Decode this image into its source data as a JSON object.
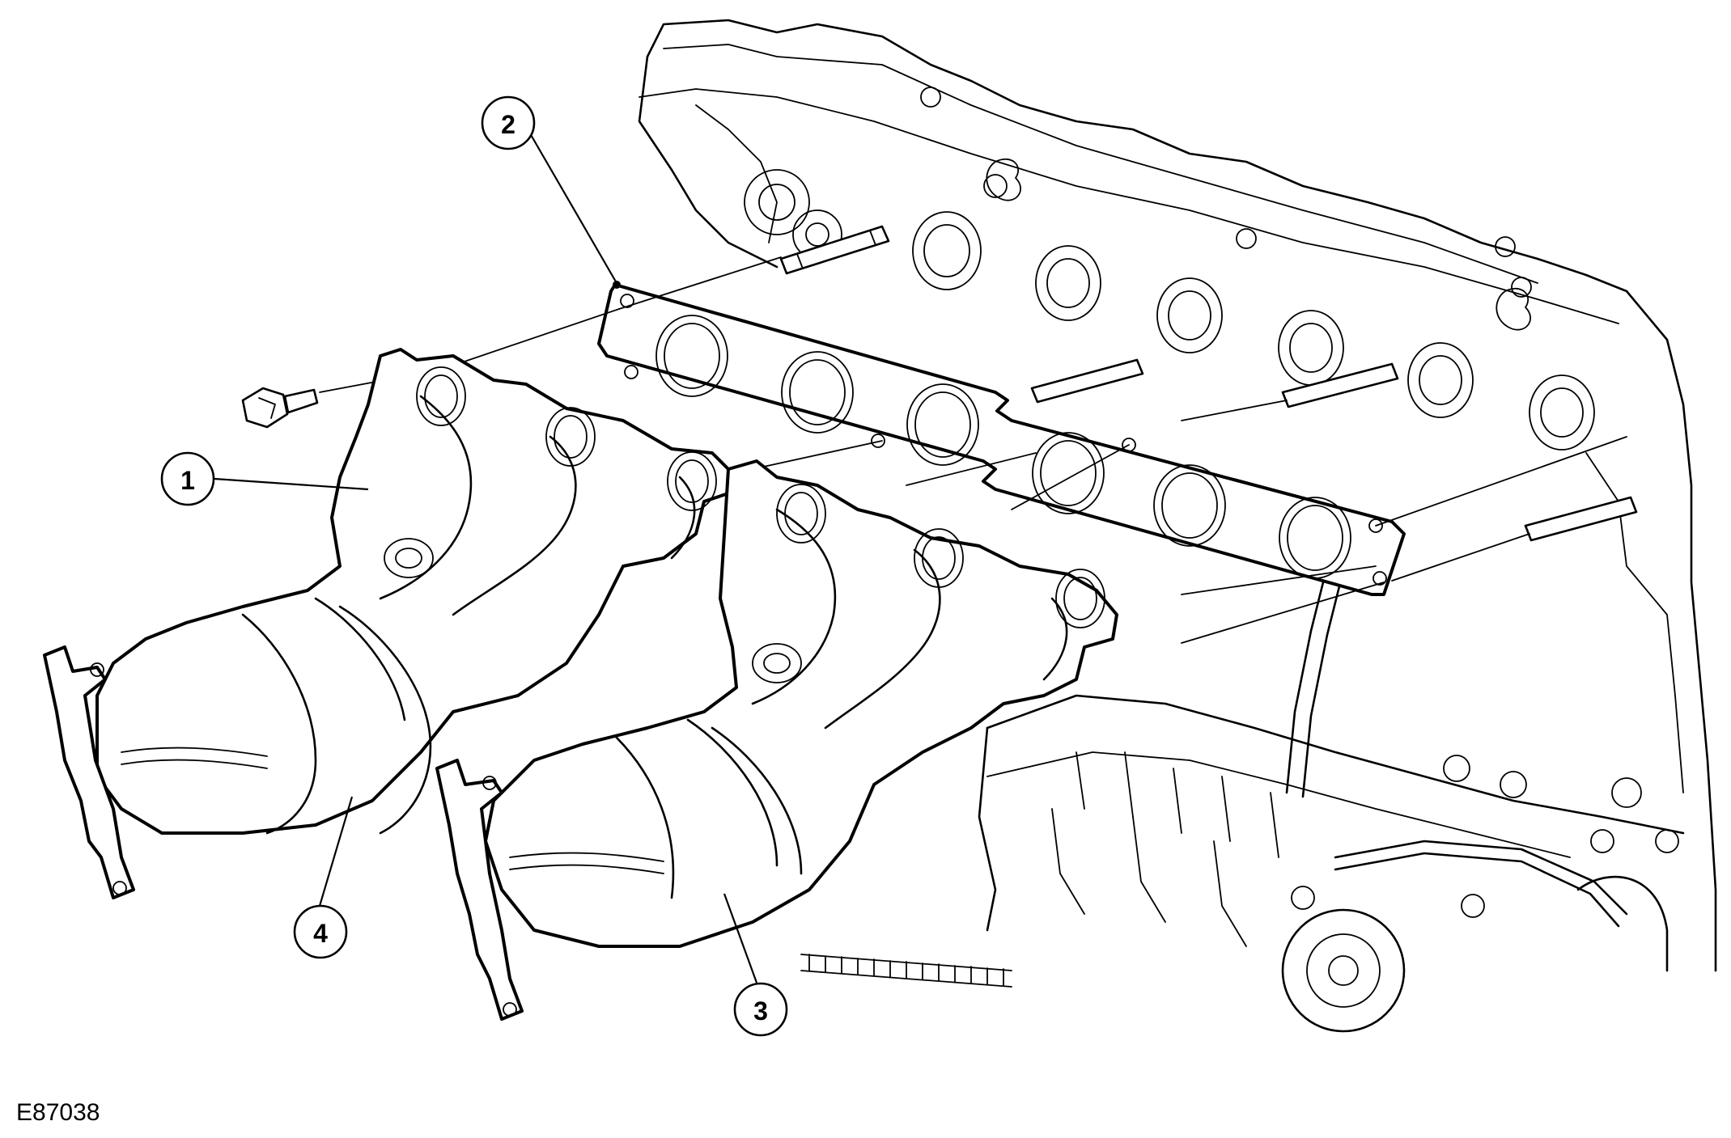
{
  "figure": {
    "id_label": "E87038",
    "callouts": [
      {
        "number": "1",
        "part": "exhaust-manifold-left"
      },
      {
        "number": "2",
        "part": "manifold-gasket"
      },
      {
        "number": "3",
        "part": "catalytic-converter-right"
      },
      {
        "number": "4",
        "part": "catalytic-converter-left"
      }
    ]
  }
}
